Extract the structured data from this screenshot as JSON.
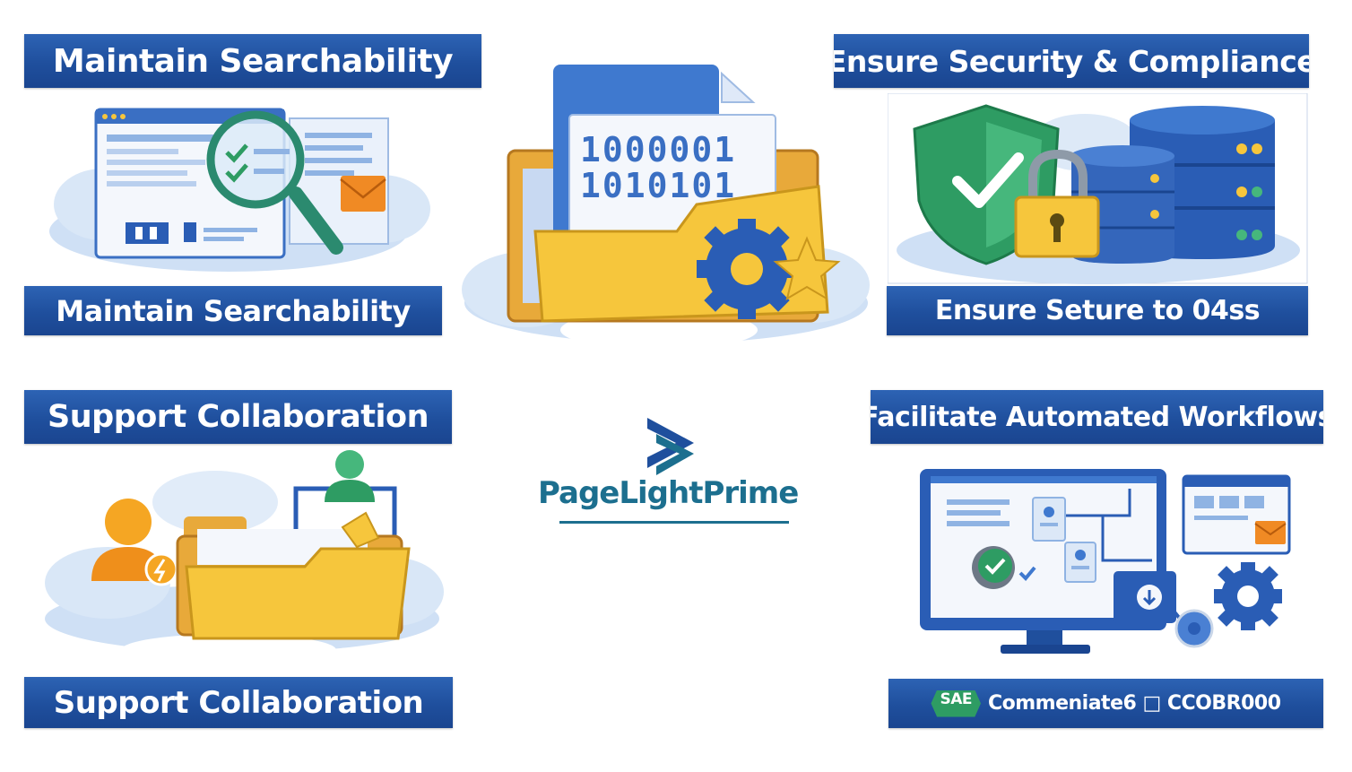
{
  "panels": {
    "searchability": {
      "title": "Maintain Searchability",
      "caption": "Maintain Searchability"
    },
    "security": {
      "title": "Ensure Security & Compliance",
      "caption": "Ensure  Seture to 04ss"
    },
    "collaboration": {
      "title": "Support Collaboration",
      "caption": "Support Collaboration"
    },
    "workflows": {
      "title": "Facilitate Automated Workflows",
      "caption": "Commeniate6 □ CCOBR000",
      "badge": "SAE"
    }
  },
  "center": {
    "binary_line_1": "1000001",
    "binary_line_2": "1010101"
  },
  "logo": {
    "text": "PageLightPrime"
  },
  "colors": {
    "banner_blue": "#1f4f9d",
    "folder_yellow": "#f6c63c",
    "shield_green": "#2e9c63",
    "gear_blue": "#2a5db5",
    "logo_teal": "#1c6f8f",
    "cloud_blue": "#cfe0f5"
  }
}
